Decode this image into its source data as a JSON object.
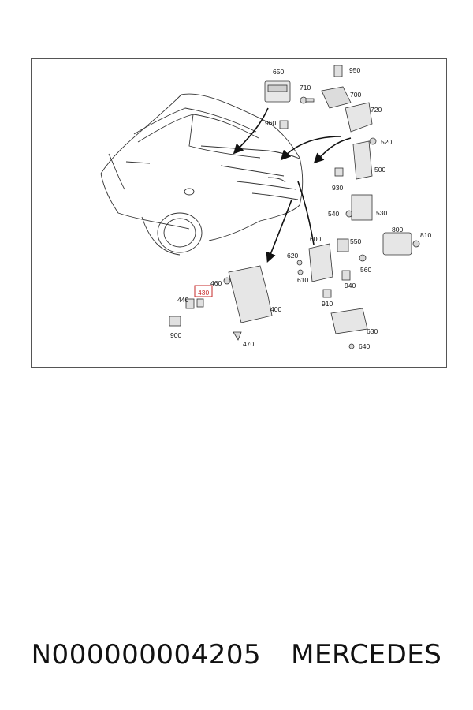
{
  "labels": {
    "l650": "650",
    "l950": "950",
    "l710": "710",
    "l700": "700",
    "l720": "720",
    "l960": "960",
    "l520": "520",
    "l500": "500",
    "l930": "930",
    "l540": "540",
    "l530": "530",
    "l800": "800",
    "l810": "810",
    "l600": "600",
    "l550": "550",
    "l620": "620",
    "l560": "560",
    "l610": "610",
    "l940": "940",
    "l460": "460",
    "l430": "430",
    "l440": "440",
    "l400": "400",
    "l910": "910",
    "l900": "900",
    "l470": "470",
    "l630": "630",
    "l640": "640"
  },
  "highlight_color": "#c62828",
  "caption": {
    "part_number": "N000000004205",
    "brand": "MERCEDES"
  }
}
